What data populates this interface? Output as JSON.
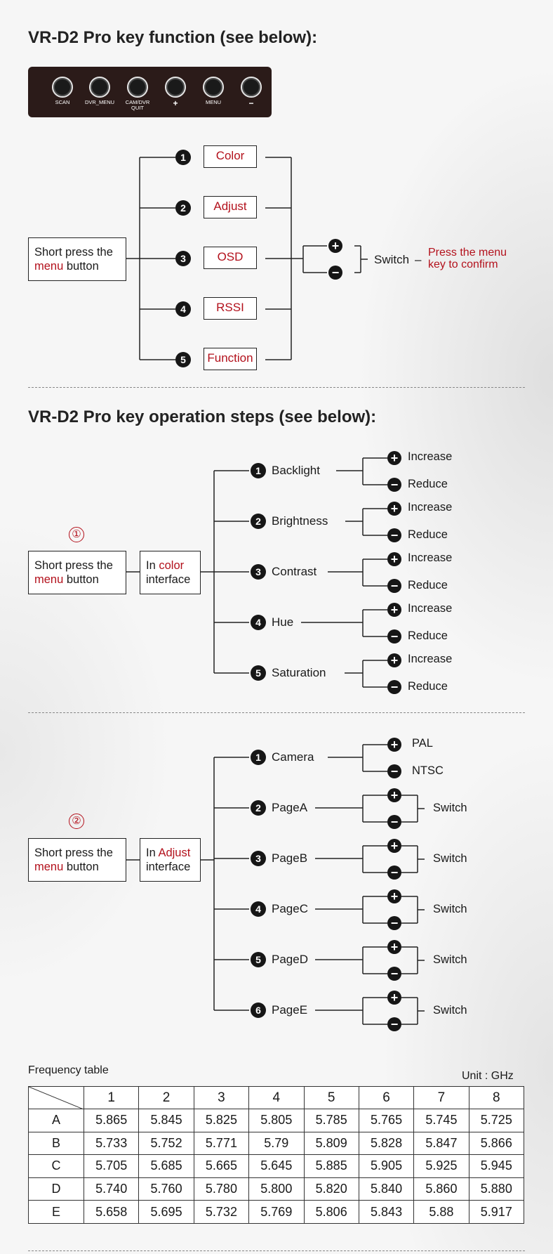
{
  "key_section": {
    "title": "VR-D2 Pro key function (see below):",
    "keys": [
      {
        "label": "SCAN"
      },
      {
        "label": "DVR_MENU"
      },
      {
        "label": "CAM/DVR\nQUIT"
      },
      {
        "label": "+"
      },
      {
        "label": "MENU"
      },
      {
        "label": "−"
      }
    ],
    "short_press": {
      "line1": "Short press the",
      "red": "menu",
      "rest": " button"
    },
    "menu_items": [
      {
        "num": "1",
        "label": "Color"
      },
      {
        "num": "2",
        "label": "Adjust"
      },
      {
        "num": "3",
        "label": "OSD"
      },
      {
        "num": "4",
        "label": "RSSI"
      },
      {
        "num": "5",
        "label": "Function"
      }
    ],
    "switch_label": "Switch",
    "confirm_line1": "Press the menu",
    "confirm_line2": "key to confirm",
    "dash_sep": "–"
  },
  "operation_section": {
    "title": "VR-D2 Pro key operation steps (see below):",
    "color_step": {
      "marker": "①",
      "short_press": {
        "line1": "Short press the",
        "red": "menu",
        "rest": " button"
      },
      "interface": {
        "pre": "In ",
        "red": "color",
        "line2": "interface"
      },
      "items": [
        {
          "num": "1",
          "label": "Backlight",
          "plus": "Increase",
          "minus": "Reduce"
        },
        {
          "num": "2",
          "label": "Brightness",
          "plus": "Increase",
          "minus": "Reduce"
        },
        {
          "num": "3",
          "label": "Contrast",
          "plus": "Increase",
          "minus": "Reduce"
        },
        {
          "num": "4",
          "label": "Hue",
          "plus": "Increase",
          "minus": "Reduce"
        },
        {
          "num": "5",
          "label": "Saturation",
          "plus": "Increase",
          "minus": "Reduce"
        }
      ]
    },
    "adjust_step": {
      "marker": "②",
      "short_press": {
        "line1": "Short press the",
        "red": "menu",
        "rest": " button"
      },
      "interface": {
        "pre": "In ",
        "red": "Adjust",
        "line2": "interface"
      },
      "camera": {
        "num": "1",
        "label": "Camera",
        "plus": "PAL",
        "minus": "NTSC"
      },
      "pages": [
        {
          "num": "2",
          "label": "PageA",
          "action": "Switch"
        },
        {
          "num": "3",
          "label": "PageB",
          "action": "Switch"
        },
        {
          "num": "4",
          "label": "PageC",
          "action": "Switch"
        },
        {
          "num": "5",
          "label": "PageD",
          "action": "Switch"
        },
        {
          "num": "6",
          "label": "PageE",
          "action": "Switch"
        }
      ]
    }
  },
  "frequency": {
    "caption": "Frequency table",
    "unit": "Unit : GHz",
    "columns": [
      "1",
      "2",
      "3",
      "4",
      "5",
      "6",
      "7",
      "8"
    ],
    "rows": [
      {
        "band": "A",
        "values": [
          "5.865",
          "5.845",
          "5.825",
          "5.805",
          "5.785",
          "5.765",
          "5.745",
          "5.725"
        ]
      },
      {
        "band": "B",
        "values": [
          "5.733",
          "5.752",
          "5.771",
          "5.79",
          "5.809",
          "5.828",
          "5.847",
          "5.866"
        ]
      },
      {
        "band": "C",
        "values": [
          "5.705",
          "5.685",
          "5.665",
          "5.645",
          "5.885",
          "5.905",
          "5.925",
          "5.945"
        ]
      },
      {
        "band": "D",
        "values": [
          "5.740",
          "5.760",
          "5.780",
          "5.800",
          "5.820",
          "5.840",
          "5.860",
          "5.880"
        ]
      },
      {
        "band": "E",
        "values": [
          "5.658",
          "5.695",
          "5.732",
          "5.769",
          "5.806",
          "5.843",
          "5.88",
          "5.917"
        ]
      }
    ]
  },
  "colors": {
    "accent_red": "#b3111c",
    "keypad_bg": "#2b1b19",
    "ink": "#161616"
  }
}
